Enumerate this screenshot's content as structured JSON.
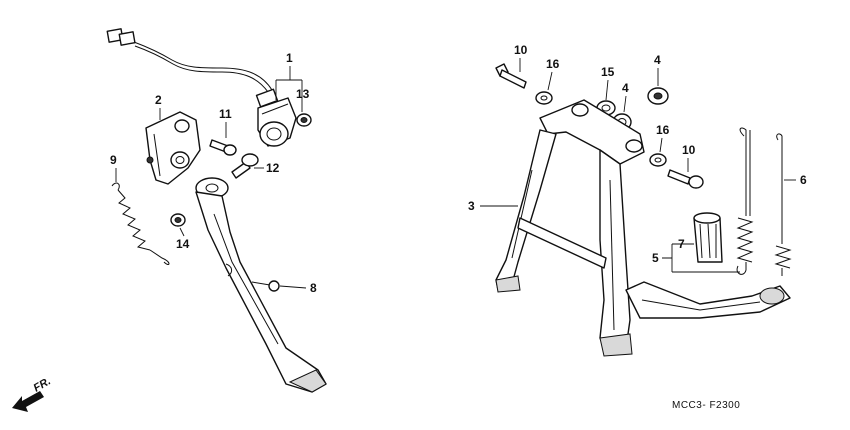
{
  "callouts": {
    "c1": "1",
    "c2": "2",
    "c3": "3",
    "c4a": "4",
    "c4b": "4",
    "c5": "5",
    "c6": "6",
    "c7": "7",
    "c8": "8",
    "c9": "9",
    "c10a": "10",
    "c10b": "10",
    "c11": "11",
    "c12": "12",
    "c13": "13",
    "c14": "14",
    "c15": "15",
    "c16a": "16",
    "c16b": "16"
  },
  "footer": {
    "code": "MCC3- F2300"
  },
  "direction": {
    "label": "FR."
  }
}
